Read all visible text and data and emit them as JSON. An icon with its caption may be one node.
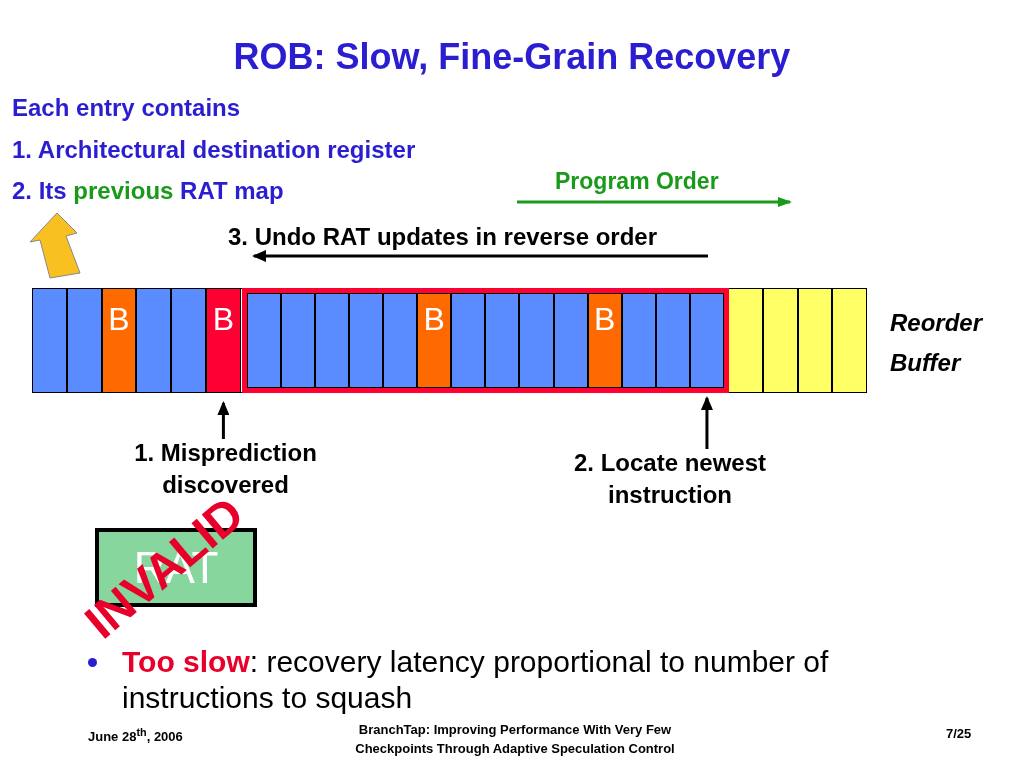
{
  "diagram": {
    "title": "ROB: Slow, Fine-Grain Recovery",
    "nodes": [
      {
        "text": [],
        "shape": "box",
        "beside": [
          "Reorder Buffer"
        ]
      },
      {
        "text": [],
        "shape": "box",
        "in": 0
      },
      {
        "text": [],
        "shape": "box",
        "in": 0
      },
      {
        "text": [
          "B"
        ],
        "in": 0
      },
      {
        "text": [],
        "shape": "box",
        "in": 0
      },
      {
        "text": [],
        "shape": "box",
        "in": 0
      },
      {
        "text": [
          "B"
        ],
        "in": 0
      },
      {
        "text": [],
        "shape": "box",
        "in": 0
      },
      {
        "text": [],
        "shape": "box",
        "in": 7
      },
      {
        "text": [],
        "shape": "box",
        "in": 7
      },
      {
        "text": [],
        "shape": "box",
        "in": 7
      },
      {
        "text": [],
        "shape": "box",
        "in": 7
      },
      {
        "text": [],
        "shape": "box",
        "in": 7
      },
      {
        "text": [
          "B"
        ],
        "in": 7
      },
      {
        "text": [],
        "shape": "box",
        "in": 7
      },
      {
        "text": [],
        "shape": "box",
        "in": 7
      },
      {
        "text": [],
        "shape": "box",
        "in": 7
      },
      {
        "text": [],
        "shape": "box",
        "in": 7
      },
      {
        "text": [
          "B"
        ],
        "in": 7
      },
      {
        "text": [],
        "shape": "box",
        "in": 7
      },
      {
        "text": [],
        "shape": "box",
        "in": 7
      },
      {
        "text": [],
        "shape": "box",
        "in": 7
      },
      {
        "text": [],
        "shape": "box",
        "in": 0
      },
      {
        "text": [],
        "shape": "box",
        "in": 0
      },
      {
        "text": [],
        "shape": "box",
        "in": 0
      },
      {
        "text": [],
        "shape": "box",
        "in": 0
      },
      {
        "text": [
          "1. Misprediction discovered"
        ]
      },
      {
        "text": [
          "2. Locate newest instruction"
        ]
      },
      {
        "text": [
          "RAT"
        ]
      }
    ],
    "edges": [
      {
        "from": 26,
        "to": 6,
        "arrow": "to"
      },
      {
        "from": 27,
        "to": 21,
        "arrow": "to"
      }
    ],
    "labels": [
      "Each entry contains",
      "1. Architectural destination register",
      "2. Its **previous** RAT map",
      "Program Order",
      "3. Undo RAT updates in reverse order",
      "INVALID",
      "**Too slow**: recovery latency proportional to number of instructions to squash",
      "June 28$^{th}$, 2006",
      "BranchTap: Improving Performance With Very Few Checkpoints Through Adaptive Speculation Control",
      "7/25"
    ]
  }
}
